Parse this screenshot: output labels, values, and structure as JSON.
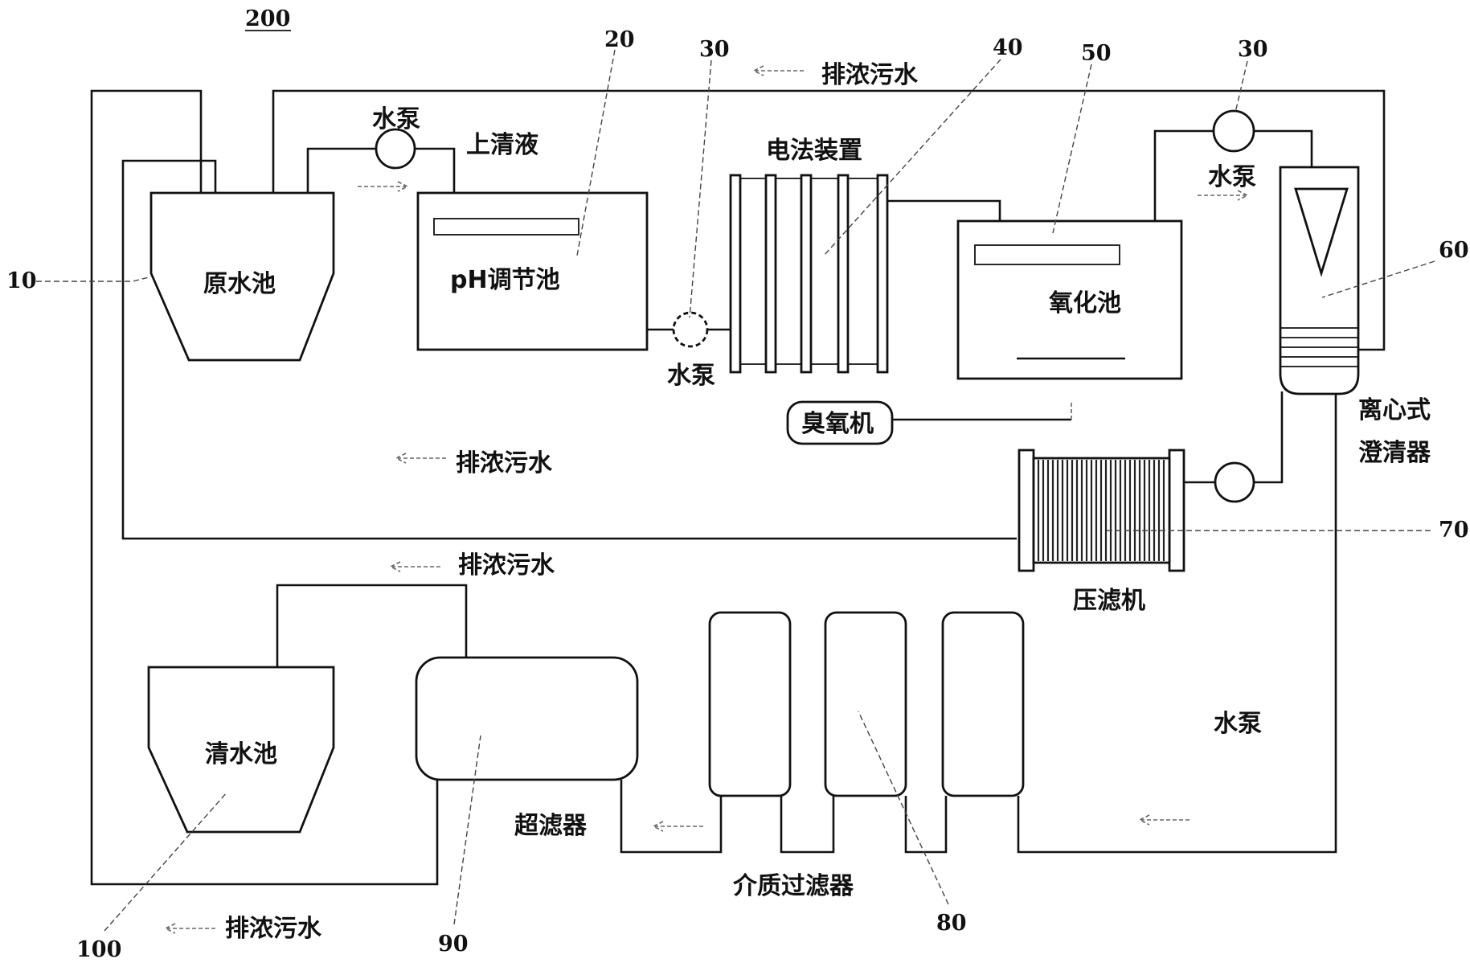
{
  "figure_number": "200",
  "refs": {
    "raw_pool": "10",
    "ph_pool": "20",
    "pump_a": "30",
    "pump_b": "30",
    "electro": "40",
    "oxidation": "50",
    "clarifier": "60",
    "filter_press": "70",
    "media_filter": "80",
    "ultrafilter": "90",
    "clean_pool": "100"
  },
  "labels": {
    "raw_pool": "原水池",
    "ph_pool": "pH调节池",
    "supernatant": "上清液",
    "pump_top_left": "水泵",
    "pump_mid": "水泵",
    "pump_top_right": "水泵",
    "pump_bottom_right": "水泵",
    "electro_device": "电法装置",
    "oxidation_pool": "氧化池",
    "ozone_machine": "臭氧机",
    "clarifier_line1": "离心式",
    "clarifier_line2": "澄清器",
    "filter_press": "压滤机",
    "clean_pool": "清水池",
    "ultrafilter": "超滤器",
    "media_filter": "介质过滤器",
    "discharge_top": "排浓污水",
    "discharge_mid": "排浓污水",
    "discharge_lower": "排浓污水",
    "discharge_bottom": "排浓污水"
  }
}
